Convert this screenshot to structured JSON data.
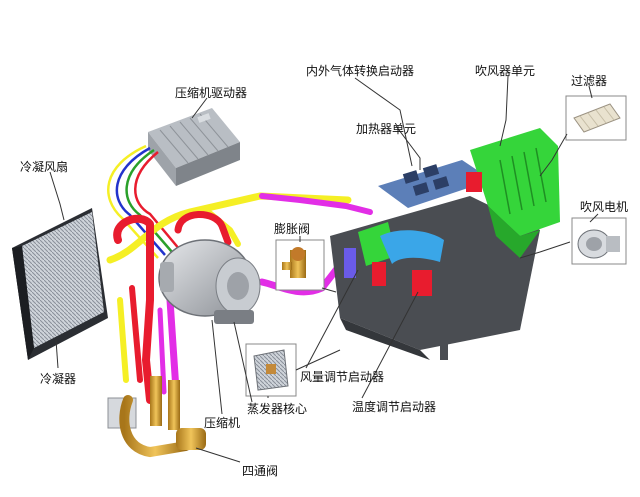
{
  "labels": {
    "compressor_driver": "压缩机驱动器",
    "recirc_actuator": "内外气体转换启动器",
    "blower_unit": "吹风器单元",
    "filter": "过滤器",
    "heater_unit": "加热器单元",
    "blower_motor": "吹风电机",
    "condenser_fan": "冷凝风扇",
    "expansion_valve": "膨胀阀",
    "condenser": "冷凝器",
    "evaporator_core": "蒸发器核心",
    "compressor": "压缩机",
    "fan_speed_actuator": "风量调节启动器",
    "temp_actuator": "温度调节启动器",
    "four_way_valve": "四通阀"
  },
  "colors": {
    "refrigerant_red": "#e81c2e",
    "refrigerant_yellow": "#f5ef25",
    "refrigerant_magenta": "#e22ee6",
    "hvac_green": "#35d53a",
    "hvac_blue": "#3aa6e8",
    "housing_gray": "#4a4d52",
    "wire_blue": "#2233cc",
    "wire_green": "#2aa02a"
  },
  "icons": [
    "filter-thumbnail",
    "blower-motor-thumbnail",
    "expansion-valve-thumbnail",
    "evaporator-thumbnail"
  ]
}
